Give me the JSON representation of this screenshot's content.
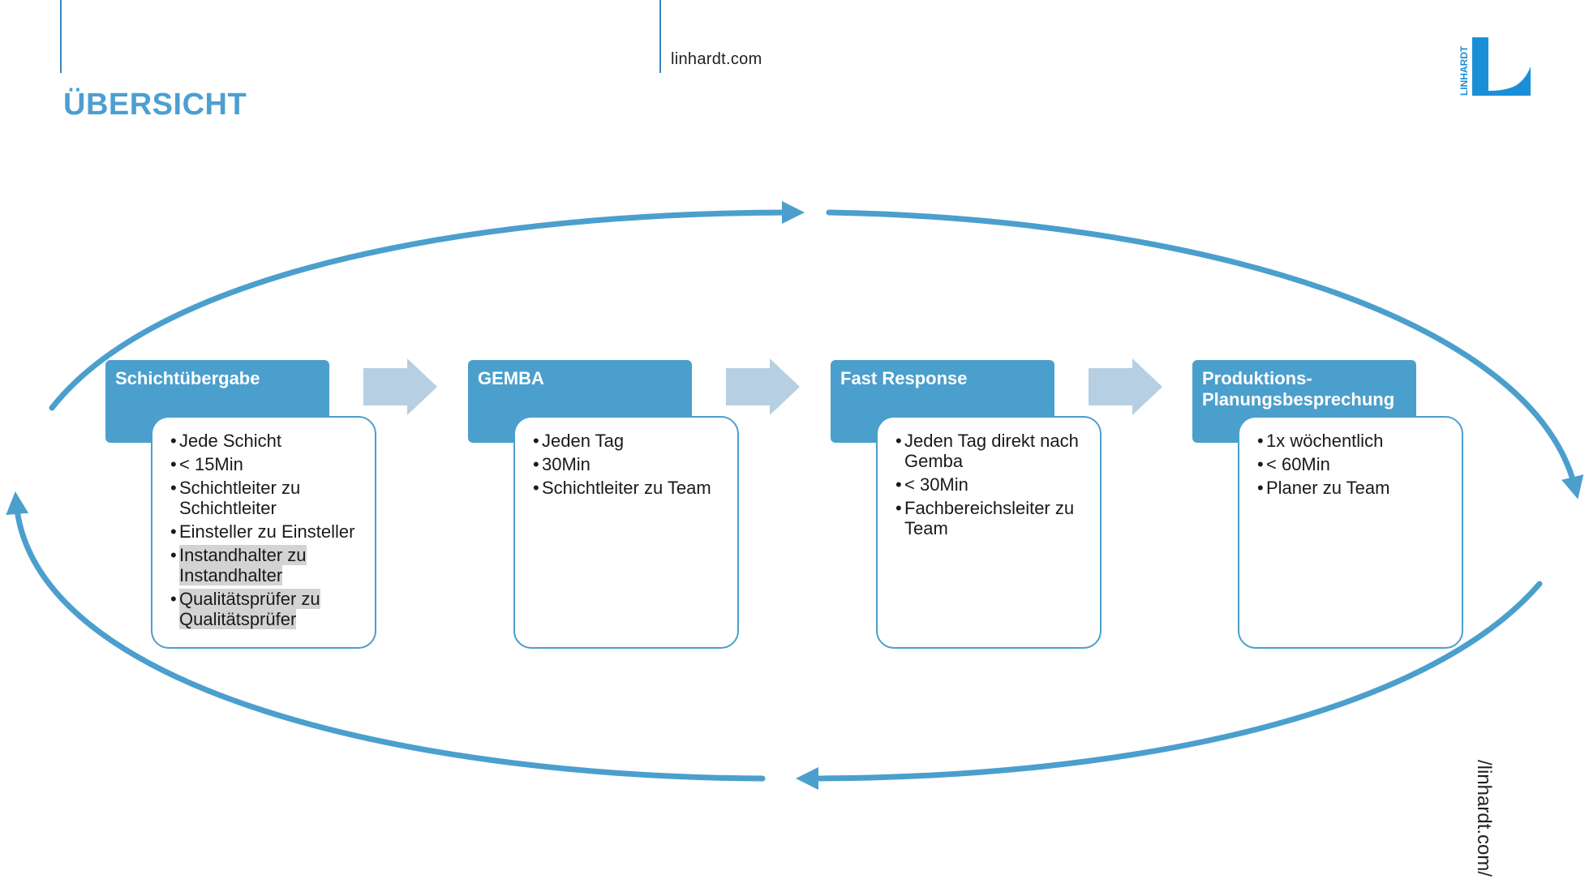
{
  "header": {
    "site_url": "linhardt.com",
    "title": "ÜBERSICHT"
  },
  "logo": {
    "text": "LINHARDT",
    "color": "#1a8fd8"
  },
  "side_url": "/linhardt.com/",
  "colors": {
    "accent": "#4b9fcd",
    "title": "#4c9fd0",
    "arrow_light": "#b6cfe2",
    "highlight": "#d3d3d3"
  },
  "stages": [
    {
      "title": "Schichtübergabe",
      "items": [
        {
          "text": "Jede Schicht",
          "highlight": false
        },
        {
          "text": "< 15Min",
          "highlight": false
        },
        {
          "text": "Schichtleiter zu Schichtleiter",
          "highlight": false
        },
        {
          "text": "Einsteller zu Einsteller",
          "highlight": false
        },
        {
          "text": "Instandhalter zu Instandhalter",
          "highlight": true
        },
        {
          "text": "Qualitätsprüfer zu Qualitätsprüfer",
          "highlight": true
        }
      ]
    },
    {
      "title": "GEMBA",
      "items": [
        {
          "text": "Jeden Tag",
          "highlight": false
        },
        {
          "text": "30Min",
          "highlight": false
        },
        {
          "text": "Schichtleiter zu Team",
          "highlight": false
        }
      ]
    },
    {
      "title": "Fast Response",
      "items": [
        {
          "text": "Jeden Tag direkt nach Gemba",
          "highlight": false
        },
        {
          "text": "< 30Min",
          "highlight": false
        },
        {
          "text": "Fachbereichsleiter zu Team",
          "highlight": false
        }
      ]
    },
    {
      "title": "Produktions-Planungsbesprechung",
      "items": [
        {
          "text": "1x wöchentlich",
          "highlight": false
        },
        {
          "text": "< 60Min",
          "highlight": false
        },
        {
          "text": "Planer zu Team",
          "highlight": false
        }
      ]
    }
  ]
}
